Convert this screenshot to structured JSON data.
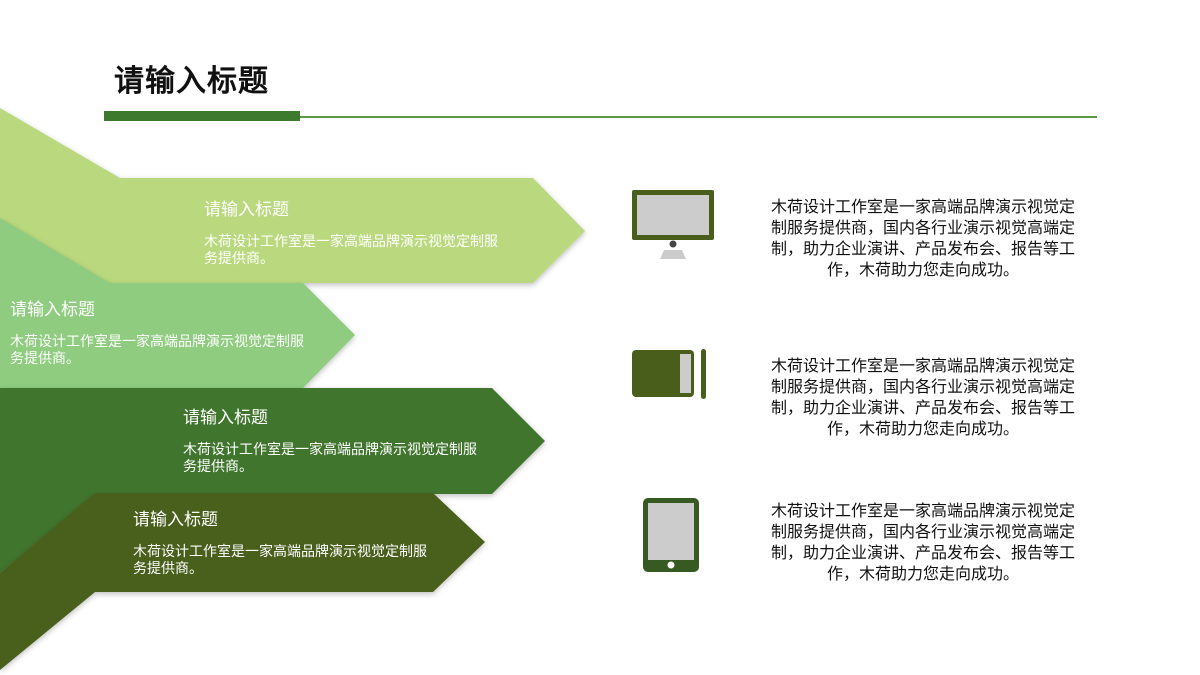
{
  "header": {
    "title": "请输入标题"
  },
  "colors": {
    "accent": "#3e7a2e",
    "arrow_1": "#bad97e",
    "arrow_2": "#8fcc7f",
    "arrow_3": "#40742f",
    "arrow_4": "#4a5e1c",
    "icon_dark": "#4a5e1c",
    "icon_screen": "#cccccc"
  },
  "arrows": [
    {
      "title": "请输入标题",
      "desc": "木荷设计工作室是一家高端品牌演示视觉定制服务提供商。"
    },
    {
      "title": "请输入标题",
      "desc": "木荷设计工作室是一家高端品牌演示视觉定制服务提供商。"
    },
    {
      "title": "请输入标题",
      "desc": "木荷设计工作室是一家高端品牌演示视觉定制服务提供商。"
    },
    {
      "title": "请输入标题",
      "desc": "木荷设计工作室是一家高端品牌演示视觉定制服务提供商。"
    }
  ],
  "features": [
    {
      "icon": "monitor-icon",
      "text": "木荷设计工作室是一家高端品牌演示视觉定制服务提供商，国内各行业演示视觉高端定制，助力企业演讲、产品发布会、报告等工作，木荷助力您走向成功。"
    },
    {
      "icon": "drawing-tablet-icon",
      "text": "木荷设计工作室是一家高端品牌演示视觉定制服务提供商，国内各行业演示视觉高端定制，助力企业演讲、产品发布会、报告等工作，木荷助力您走向成功。"
    },
    {
      "icon": "tablet-icon",
      "text": "木荷设计工作室是一家高端品牌演示视觉定制服务提供商，国内各行业演示视觉高端定制，助力企业演讲、产品发布会、报告等工作，木荷助力您走向成功。"
    }
  ]
}
